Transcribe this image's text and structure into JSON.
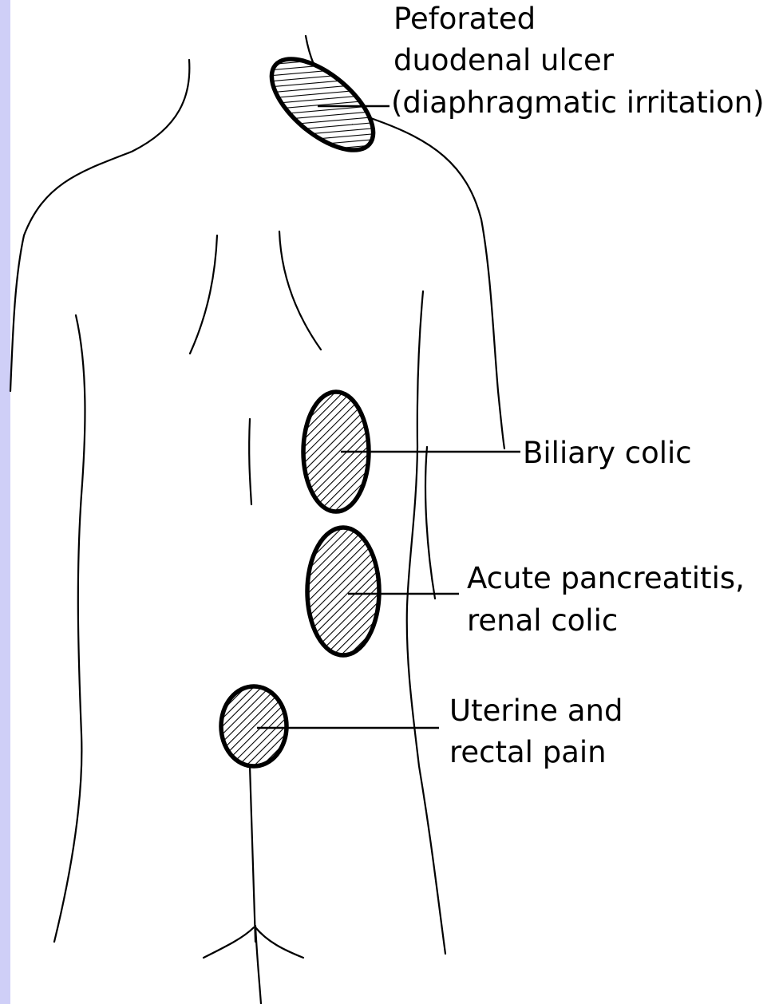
{
  "colors": {
    "left_strip": "#cfcff7",
    "ink": "#000000",
    "background": "#ffffff"
  },
  "labels": {
    "ulcer": {
      "line1": "Peforated",
      "line2": "duodenal ulcer",
      "line3": "(diaphragmatic irritation)"
    },
    "biliary": {
      "line1": "Biliary colic"
    },
    "pancreatitis": {
      "line1": "Acute pancreatitis,",
      "line2": "renal colic"
    },
    "uterine": {
      "line1": "Uterine and",
      "line2": "rectal pain"
    }
  }
}
